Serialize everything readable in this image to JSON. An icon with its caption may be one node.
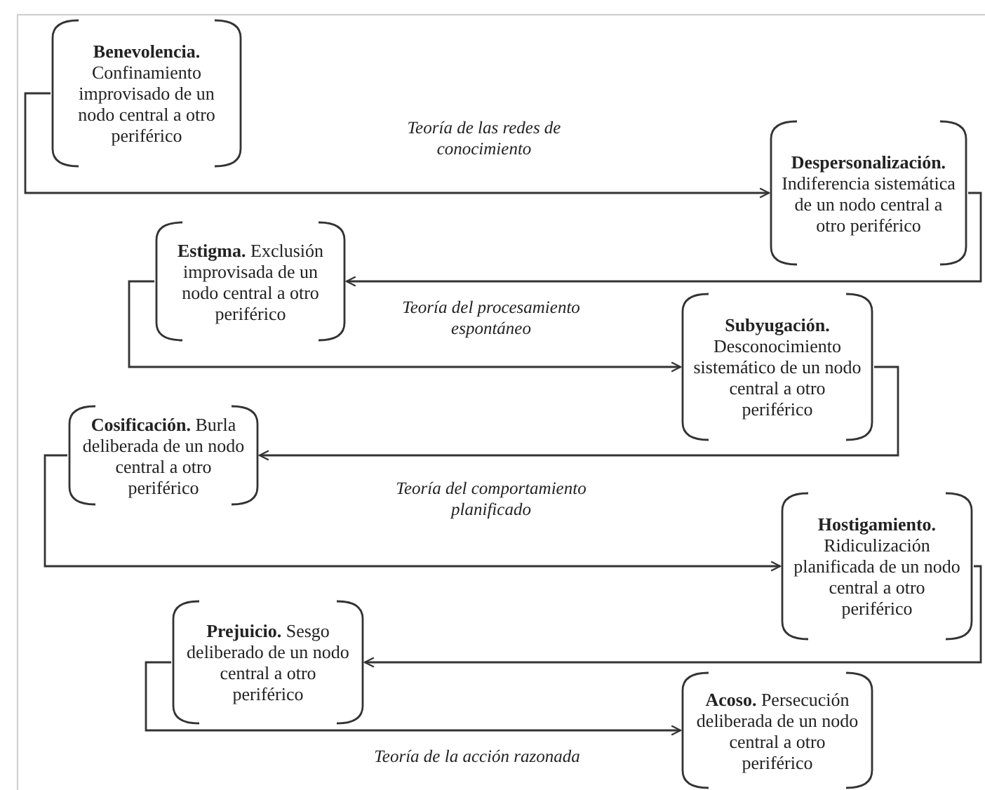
{
  "diagram": {
    "nodes": [
      {
        "text": [
          "**Benevolencia.** Confinamiento improvisado de un nodo central a otro periférico"
        ]
      },
      {
        "text": [
          "**Despersonalización.** Indiferencia sistemática de un nodo central a otro periférico"
        ]
      },
      {
        "text": [
          "**Estigma.** Exclusión improvisada de un nodo central a otro periférico"
        ]
      },
      {
        "text": [
          "**Subyugación.** Desconocimiento sistemático de un nodo central a otro periférico"
        ]
      },
      {
        "text": [
          "**Cosificación.** Burla deliberada de un nodo central a otro periférico"
        ]
      },
      {
        "text": [
          "**Hostigamiento.** Ridiculización planificada de un nodo central a otro periférico"
        ]
      },
      {
        "text": [
          "**Prejuicio.**  Sesgo deliberado de un nodo central a otro periférico"
        ]
      },
      {
        "text": [
          "**Acoso.** Persecución deliberada de un nodo central a otro periférico"
        ]
      }
    ],
    "edges": [
      {
        "from": 0,
        "to": 1,
        "arrow": "to",
        "label": "Teoría de las redes de conocimiento"
      },
      {
        "from": 1,
        "to": 2,
        "arrow": "to"
      },
      {
        "from": 2,
        "to": 3,
        "arrow": "to",
        "label": "Teoría del procesamiento espontáneo"
      },
      {
        "from": 3,
        "to": 4,
        "arrow": "to"
      },
      {
        "from": 4,
        "to": 5,
        "arrow": "to",
        "label": "Teoría del comportamiento planificado"
      },
      {
        "from": 5,
        "to": 6,
        "arrow": "to"
      },
      {
        "from": 6,
        "to": 7,
        "arrow": "to",
        "label": "Teoría de la acción razonada"
      }
    ]
  }
}
